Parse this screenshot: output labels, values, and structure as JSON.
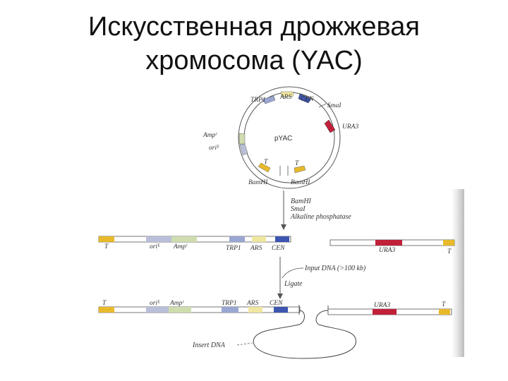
{
  "title": {
    "line1": "Искусственная дрожжевая",
    "line2": "хромосома (YAC)"
  },
  "plasmid": {
    "name": "pYAC",
    "labels": {
      "trp1": "TRP1",
      "ars": "ARS",
      "cen": "CEN",
      "smai": "SmaI",
      "ura3": "URA3",
      "amp": "Ampʳ",
      "ori": "oriᴱ",
      "t_left": "T",
      "t_right": "T",
      "bamhi_left": "BamHI",
      "bamhi_right": "BamHI"
    }
  },
  "steps": {
    "digest": [
      "BamHI",
      "SmaI",
      "Alkaline phosphatase"
    ],
    "input": "Input DNA (>100 kb)",
    "ligate": "Ligate",
    "insert": "Insert DNA"
  },
  "arms_digest": {
    "left": {
      "t": "T",
      "ori": "oriᴱ",
      "amp": "Ampʳ",
      "trp1": "TRP1",
      "ars": "ARS",
      "cen": "CEN"
    },
    "right": {
      "ura3": "URA3",
      "t": "T"
    }
  },
  "arms_ligate": {
    "left": {
      "t": "T",
      "ori": "oriᴱ",
      "amp": "Ampʳ",
      "trp1": "TRP1",
      "ars": "ARS",
      "cen": "CEN"
    },
    "right": {
      "ura3": "URA3",
      "t": "T"
    }
  },
  "colors": {
    "telomere": "#e8b92a",
    "ori": "#b9bfd8",
    "amp": "#cfdcae",
    "trp1": "#9aa6d2",
    "ars": "#efe7a0",
    "cen": "#3e55b0",
    "ura3": "#c0203a"
  }
}
